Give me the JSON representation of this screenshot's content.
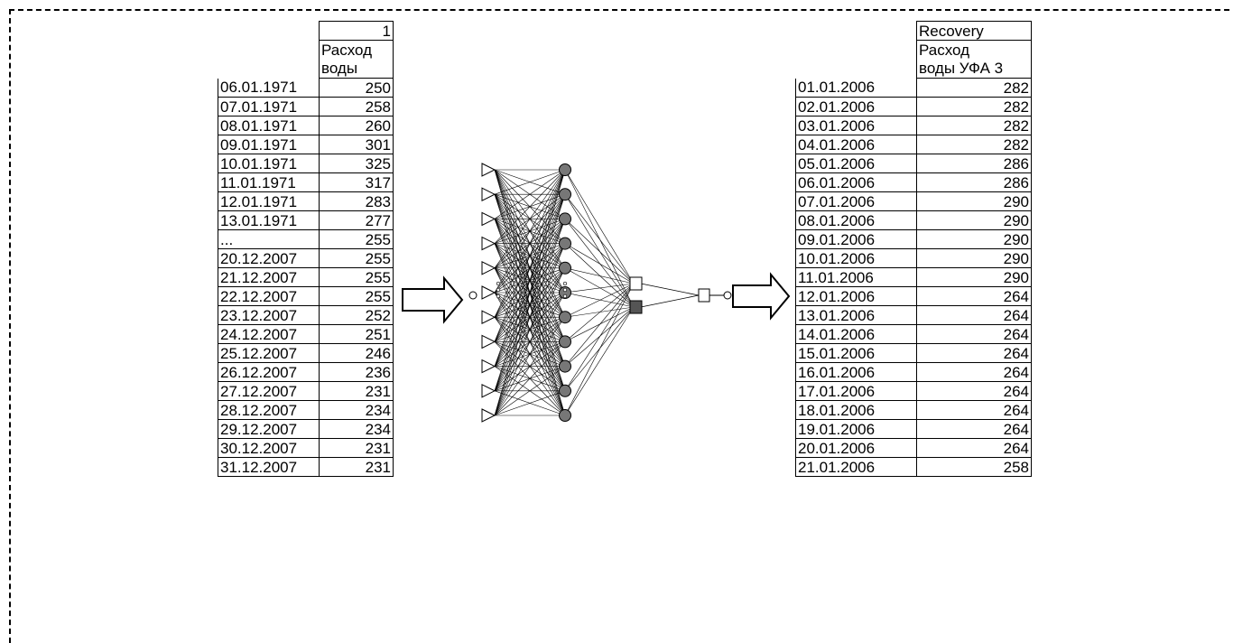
{
  "left_table": {
    "header_number": "1",
    "header_label_line1": "Расход",
    "header_label_line2": "воды",
    "rows": [
      {
        "date": "06.01.1971",
        "value": "250"
      },
      {
        "date": "07.01.1971",
        "value": "258"
      },
      {
        "date": "08.01.1971",
        "value": "260"
      },
      {
        "date": "09.01.1971",
        "value": "301"
      },
      {
        "date": "10.01.1971",
        "value": "325"
      },
      {
        "date": "11.01.1971",
        "value": "317"
      },
      {
        "date": "12.01.1971",
        "value": "283"
      },
      {
        "date": "13.01.1971",
        "value": "277"
      },
      {
        "date": "...",
        "value": "255"
      },
      {
        "date": "20.12.2007",
        "value": "255"
      },
      {
        "date": "21.12.2007",
        "value": "255"
      },
      {
        "date": "22.12.2007",
        "value": "255"
      },
      {
        "date": "23.12.2007",
        "value": "252"
      },
      {
        "date": "24.12.2007",
        "value": "251"
      },
      {
        "date": "25.12.2007",
        "value": "246"
      },
      {
        "date": "26.12.2007",
        "value": "236"
      },
      {
        "date": "27.12.2007",
        "value": "231"
      },
      {
        "date": "28.12.2007",
        "value": "234"
      },
      {
        "date": "29.12.2007",
        "value": "234"
      },
      {
        "date": "30.12.2007",
        "value": "231"
      },
      {
        "date": "31.12.2007",
        "value": "231"
      }
    ]
  },
  "right_table": {
    "header_title": "Recovery",
    "header_label_line1": "Расход",
    "header_label_line2": "воды УФА 3",
    "rows": [
      {
        "date": "01.01.2006",
        "value": "282"
      },
      {
        "date": "02.01.2006",
        "value": "282"
      },
      {
        "date": "03.01.2006",
        "value": "282"
      },
      {
        "date": "04.01.2006",
        "value": "282"
      },
      {
        "date": "05.01.2006",
        "value": "286"
      },
      {
        "date": "06.01.2006",
        "value": "286"
      },
      {
        "date": "07.01.2006",
        "value": "290"
      },
      {
        "date": "08.01.2006",
        "value": "290"
      },
      {
        "date": "09.01.2006",
        "value": "290"
      },
      {
        "date": "10.01.2006",
        "value": "290"
      },
      {
        "date": "11.01.2006",
        "value": "290"
      },
      {
        "date": "12.01.2006",
        "value": "264"
      },
      {
        "date": "13.01.2006",
        "value": "264"
      },
      {
        "date": "14.01.2006",
        "value": "264"
      },
      {
        "date": "15.01.2006",
        "value": "264"
      },
      {
        "date": "16.01.2006",
        "value": "264"
      },
      {
        "date": "17.01.2006",
        "value": "264"
      },
      {
        "date": "18.01.2006",
        "value": "264"
      },
      {
        "date": "19.01.2006",
        "value": "264"
      },
      {
        "date": "20.01.2006",
        "value": "264"
      },
      {
        "date": "21.01.2006",
        "value": "258"
      }
    ]
  },
  "network": {
    "input_neurons": 11,
    "hidden_neurons": 11,
    "output_neurons": 2,
    "line_color": "#000000",
    "hidden_fill": "#777777",
    "output_dark_fill": "#555555"
  }
}
